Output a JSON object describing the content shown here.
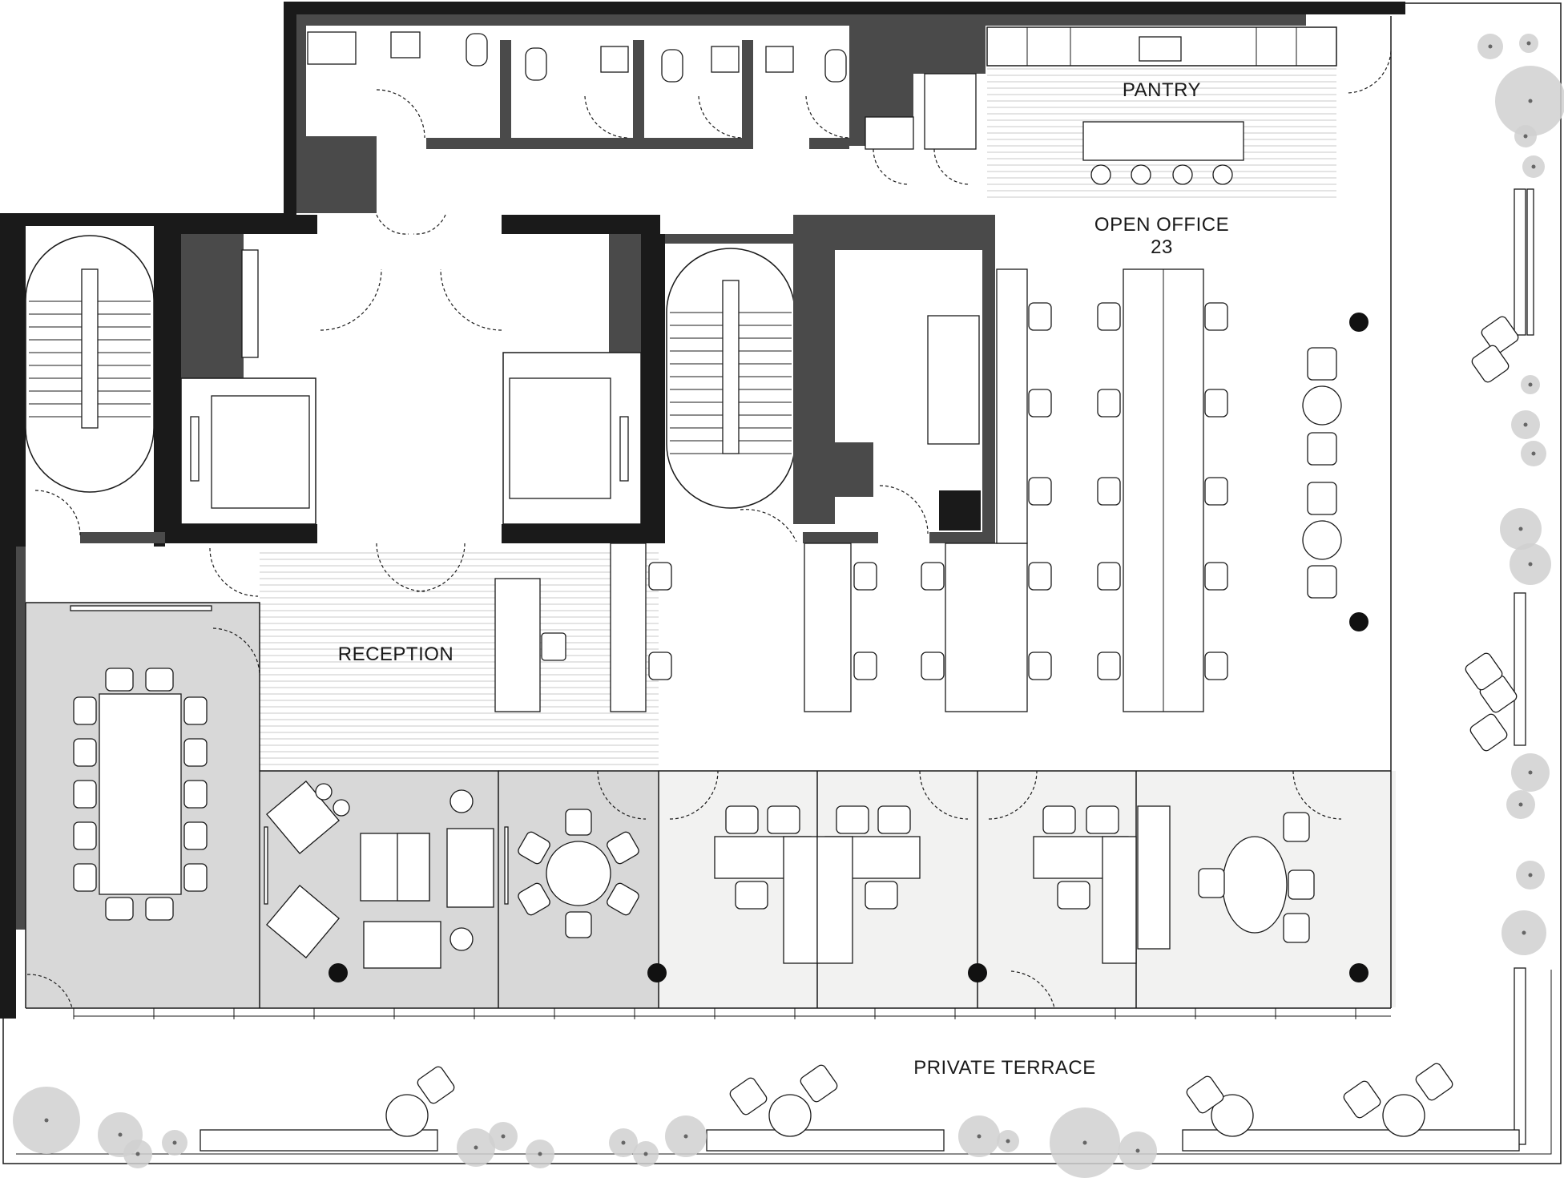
{
  "plan": {
    "labels": {
      "pantry": "PANTRY",
      "open_office": "OPEN OFFICE",
      "open_office_count": "23",
      "reception": "RECEPTION",
      "private_terrace": "PRIVATE TERRACE"
    },
    "colors": {
      "wall": "#1a1a1a",
      "core": "#4a4a4a",
      "meeting_floor": "#d8d8d8",
      "office_floor": "#f2f2f1",
      "hatch": "#c8c8c8",
      "planter": "#d0d0d0"
    }
  }
}
